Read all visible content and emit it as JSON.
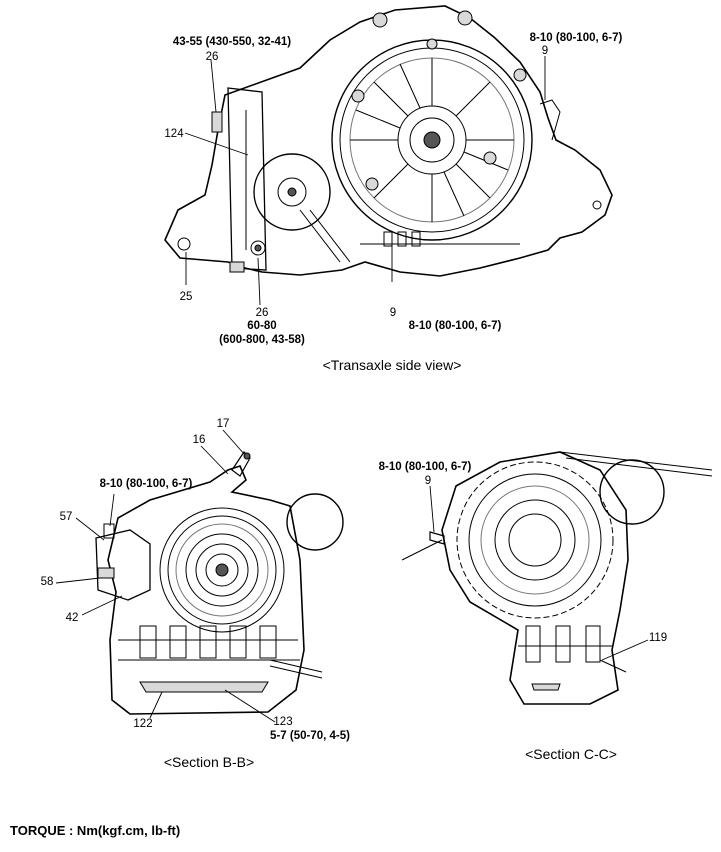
{
  "top_view": {
    "torque_top_left": "43-55 (430-550, 32-41)",
    "torque_top_right": "8-10 (80-100, 6-7)",
    "torque_bottom_right": "8-10 (80-100, 6-7)",
    "torque_bottom_mid_line1": "60-80",
    "torque_bottom_mid_line2": "(600-800, 43-58)",
    "callouts": {
      "c26_top": "26",
      "c9_top": "9",
      "c124": "124",
      "c25": "25",
      "c26_bottom": "26",
      "c9_bottom": "9"
    },
    "caption": "<Transaxle side view>"
  },
  "section_bb": {
    "torque_1": "8-10 (80-100, 6-7)",
    "torque_2": "5-7 (50-70, 4-5)",
    "callouts": {
      "c17": "17",
      "c16": "16",
      "c57": "57",
      "c58": "58",
      "c42": "42",
      "c122": "122",
      "c123": "123"
    },
    "caption": "<Section B-B>"
  },
  "section_cc": {
    "torque_1": "8-10 (80-100, 6-7)",
    "callouts": {
      "c9": "9",
      "c119": "119"
    },
    "caption": "<Section C-C>"
  },
  "footer": {
    "torque_units": "TORQUE : Nm(kgf.cm, lb-ft)"
  }
}
